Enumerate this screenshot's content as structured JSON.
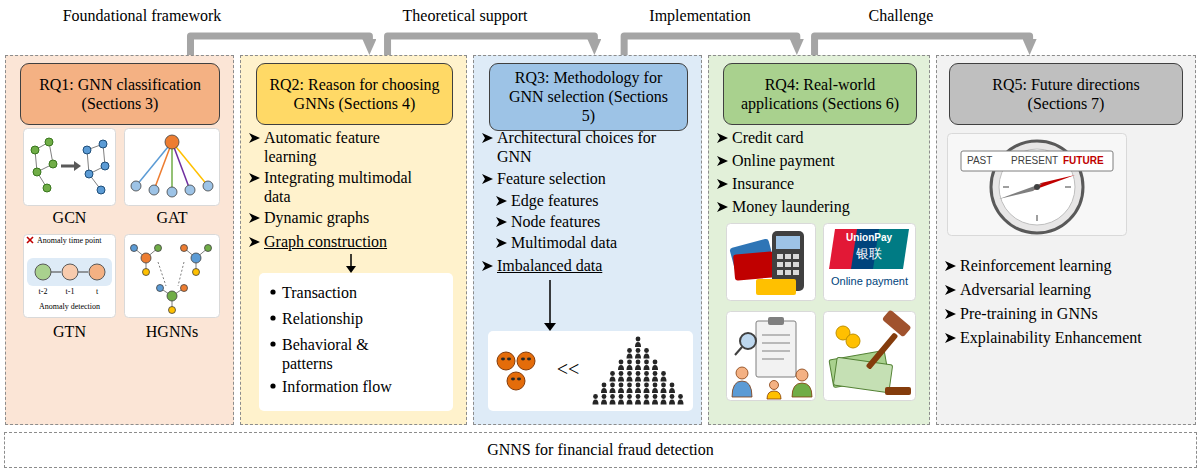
{
  "diagram": {
    "nodes": [
      {
        "text": [
          "GCN",
          "GAT",
          "GTN",
          "HGNNs"
        ]
      },
      {
        "text": [
          "RQ1: GNN classification (Sections 3)"
        ],
        "in": 0
      },
      {
        "text": [
          "Automatic feature learning",
          "Integrating multimodal data",
          "Dynamic graphs",
          "Graph construction"
        ]
      },
      {
        "text": [
          "RQ2: Reason for choosing GNNs (Sections 4)"
        ],
        "in": 2
      },
      {
        "text": [
          "Transaction",
          "Relationship",
          "Behavioral & patterns",
          "Information flow"
        ],
        "in": 2
      },
      {
        "text": [
          "Architectural choices for GNN",
          "Feature selection",
          "Edge features",
          "Node features",
          "Multimodal data",
          "Imbalanced data"
        ]
      },
      {
        "text": [
          "RQ3: Methodology for GNN selection (Sections 5)"
        ],
        "in": 5
      },
      {
        "text": [
          "<<"
        ],
        "in": 5
      },
      {
        "text": [
          "Credit card",
          "Online payment",
          "Insurance",
          "Money laundering"
        ]
      },
      {
        "text": [
          "RQ4: Real-world applications (Sections 6)"
        ],
        "in": 8
      },
      {
        "text": [
          "Reinforcement learning",
          "Adversarial learning",
          "Pre-training in GNNs",
          "Explainability Enhancement"
        ]
      },
      {
        "text": [
          "RQ5: Future directions (Sections 7)"
        ],
        "in": 10
      },
      {
        "text": [
          "GNNS for financial fraud detection"
        ]
      }
    ],
    "edges": [
      {
        "from": 0,
        "to": 2,
        "arrow": "to",
        "label": "Foundational framework"
      },
      {
        "from": 2,
        "to": 5,
        "arrow": "to",
        "label": "Theoretical support"
      },
      {
        "from": 5,
        "to": 8,
        "arrow": "to",
        "label": "Implementation"
      },
      {
        "from": 8,
        "to": 10,
        "arrow": "to",
        "label": "Challenge"
      }
    ],
    "labels": [
      "Anomaly time point",
      "t-2",
      "t-1",
      "t",
      "Anomaly detection",
      "UnionPay",
      "银联",
      "Online payment",
      "PAST",
      "PRESENT",
      "FUTURE"
    ]
  }
}
